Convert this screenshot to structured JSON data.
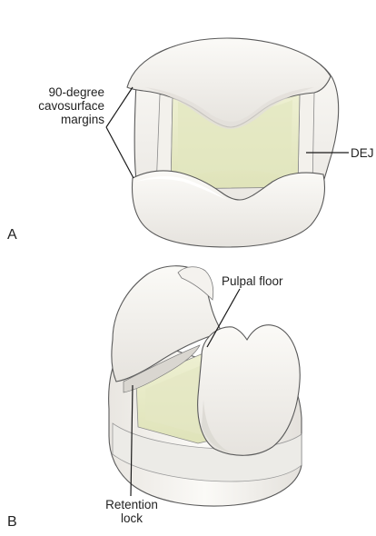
{
  "panels": [
    {
      "letter": "A",
      "labels": {
        "margins_line1": "90-degree",
        "margins_line2": "cavosurface",
        "margins_line3": "margins",
        "dej": "DEJ"
      }
    },
    {
      "letter": "B",
      "labels": {
        "pulpal_floor": "Pulpal floor",
        "retention_line1": "Retention",
        "retention_line2": "lock"
      }
    }
  ],
  "colors": {
    "enamel": "#f6f4f0",
    "enamel_shade": "#e3e0db",
    "dentin": "#e9eccb",
    "dentin_shade": "#d6dbab",
    "outline": "#5a5a5a",
    "leader_line": "#1a1a1a",
    "text": "#222222"
  }
}
